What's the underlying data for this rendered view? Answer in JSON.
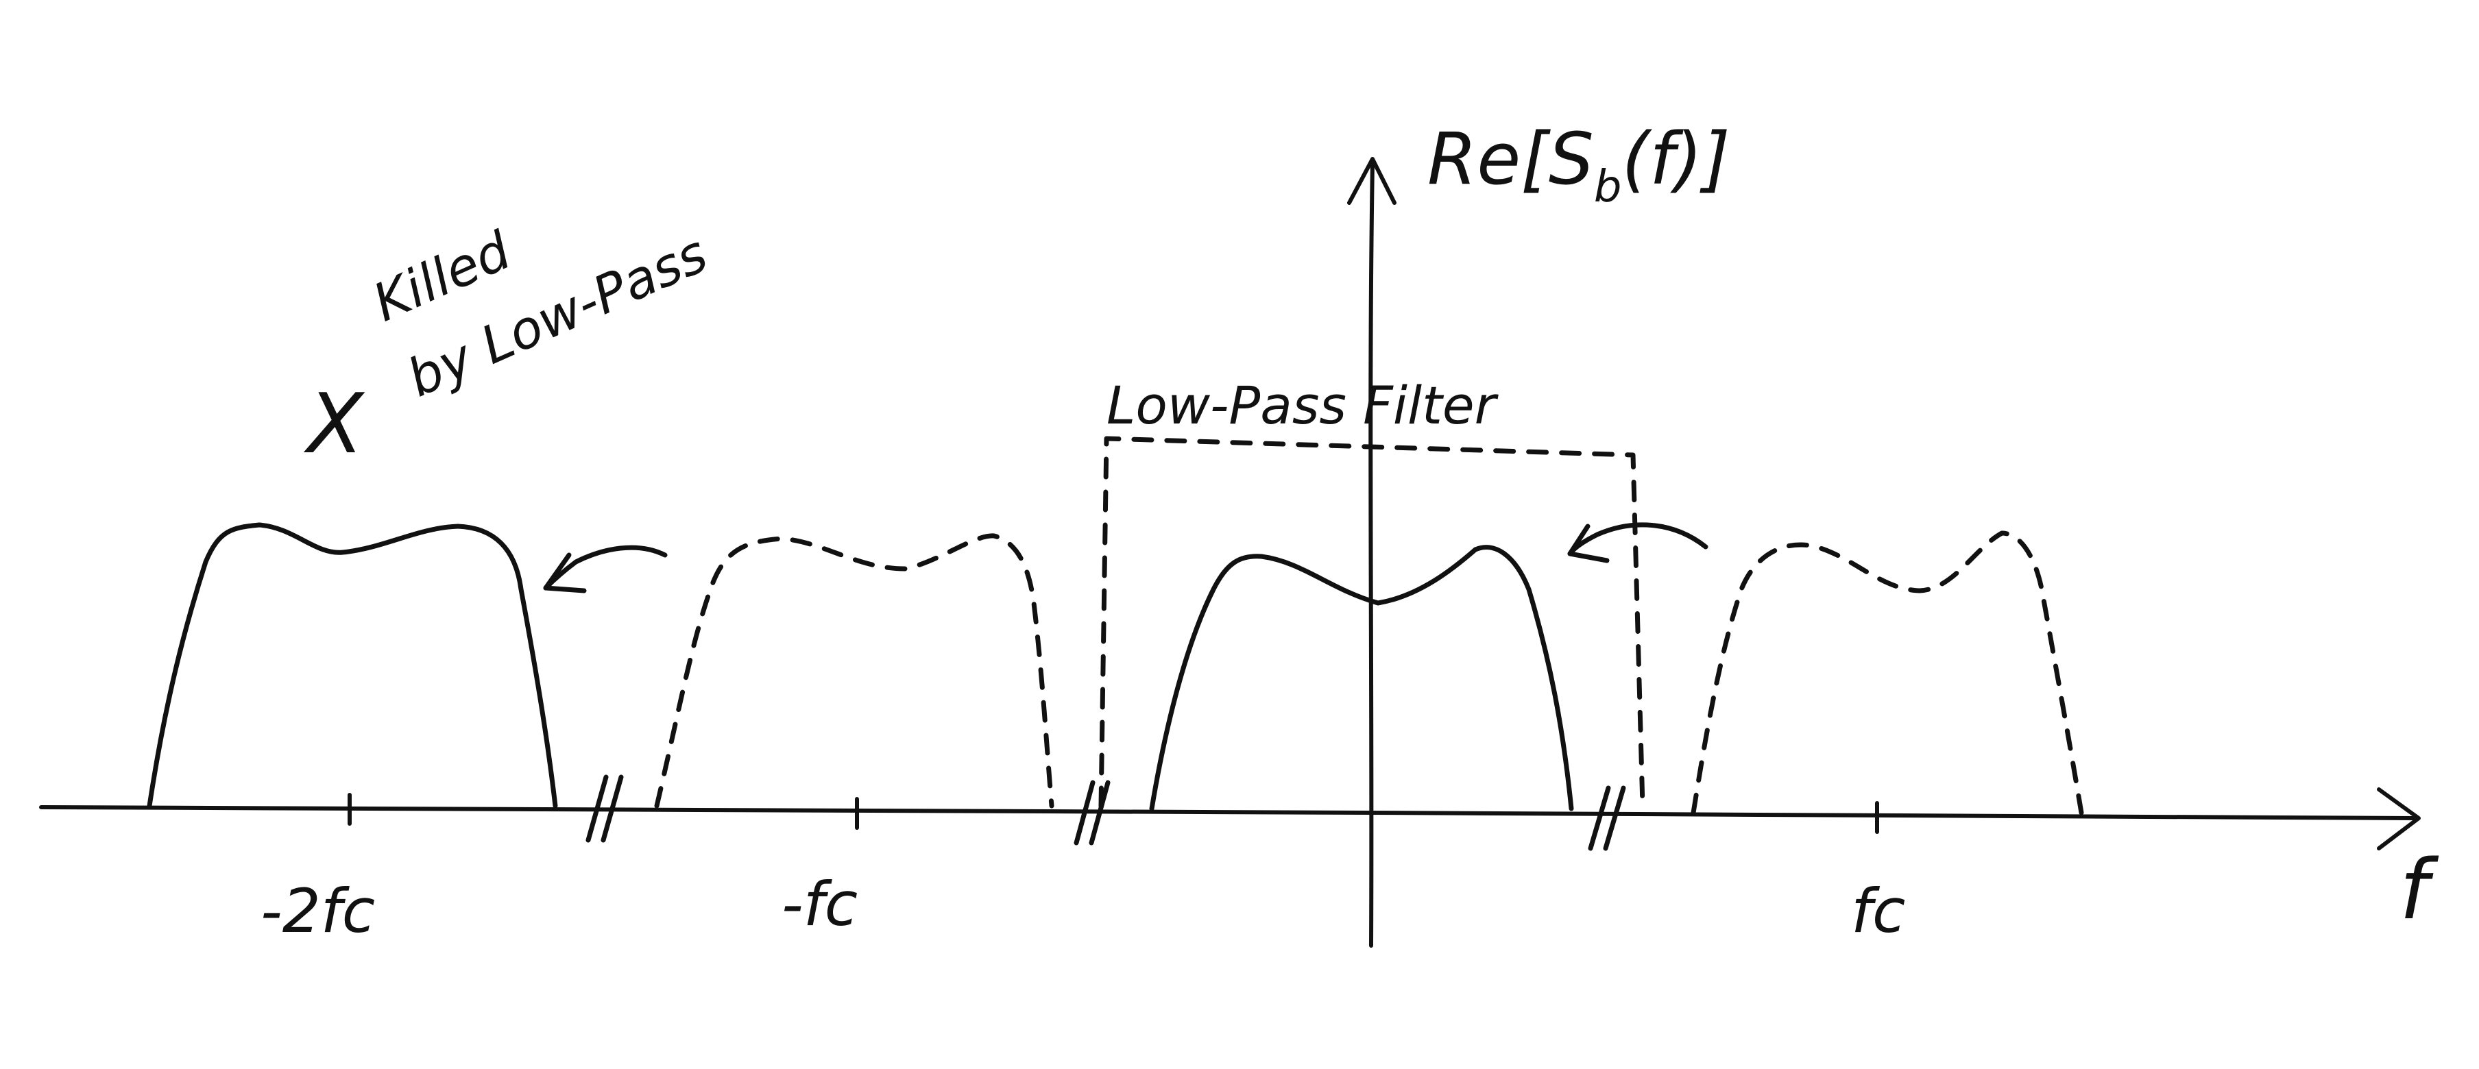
{
  "diagram": {
    "y_axis_label": "Re[S",
    "y_axis_sub": "b",
    "y_axis_tail": "(f)]",
    "x_axis_label": "f",
    "ticks": [
      "-2fc",
      "-fc",
      "fc"
    ],
    "filter_label": "Low-Pass Filter",
    "note_line1": "Killed",
    "note_line2": "by Low-Pass",
    "cross_mark": "X"
  }
}
